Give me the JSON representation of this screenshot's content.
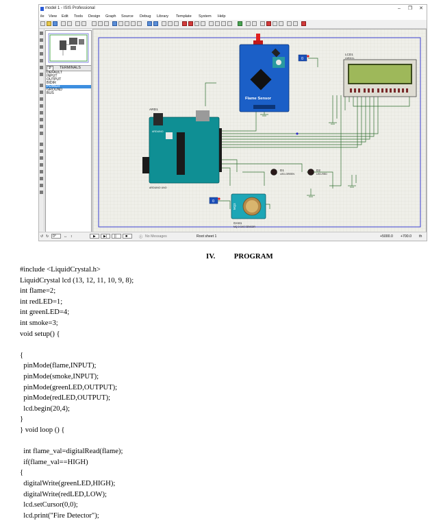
{
  "window": {
    "title": "model 1 - ISIS Professional",
    "controls": [
      "–",
      "❐",
      "✕"
    ]
  },
  "menu": [
    "ile",
    "View",
    "Edit",
    "Tools",
    "Design",
    "Graph",
    "Source",
    "Debug",
    "Library",
    "Template",
    "System",
    "Help"
  ],
  "device_panel": {
    "p_button": "P",
    "header": "TERMINALS",
    "items": [
      "DEFAULT",
      "INPUT",
      "OUTPUT",
      "BIDIR",
      "POWER",
      "GROUND",
      "BUS"
    ],
    "selected": "POWER"
  },
  "schematic": {
    "lcd_ref": "LCD1",
    "lcd_part": "LM041L",
    "arduino_ref": "ARD1",
    "arduino_brand": "ARDUINO",
    "arduino_model": "ARDUINO UNO",
    "flame_sensor_label": "Flame Sensor",
    "flame_terminal_value": "0",
    "gas_terminal_value": "0",
    "d1_ref": "D1",
    "d1_part": "LED-GREEN",
    "d2_ref": "D2",
    "d2_part": "LED-RED",
    "gas_ref": "GAS1",
    "gas_part": "MQ-3 GAS SENSOR",
    "gas_sensor_text": "MQ3"
  },
  "statusbar": {
    "rotation": "0°",
    "messages": "No Messages",
    "sheet": "Root sheet 1",
    "coord_x": "+5000.0",
    "coord_y": "+700.0",
    "unit": "th"
  },
  "document": {
    "heading_number": "IV.",
    "heading_title": "PROGRAM",
    "code_lines": [
      "#include <LiquidCrystal.h>",
      "LiquidCrystal lcd (13, 12, 11, 10, 9, 8);",
      "int flame=2;",
      "int redLED=1;",
      "int greenLED=4;",
      "int smoke=3;",
      "void setup() {",
      "",
      "{",
      "  pinMode(flame,INPUT);",
      "  pinMode(smoke,INPUT);",
      "  pinMode(greenLED,OUTPUT);",
      "  pinMode(redLED,OUTPUT);",
      "  lcd.begin(20,4);",
      "}",
      "} void loop () {",
      "",
      "  int flame_val=digitalRead(flame);",
      "  if(flame_val==HIGH)",
      "{",
      "  digitalWrite(greenLED,HIGH);",
      "  digitalWrite(redLED,LOW);",
      "  lcd.setCursor(0,0);",
      "  lcd.print(\"Fire Detector\");"
    ]
  },
  "colors": {
    "canvas_bg": "#efefe9",
    "grid": "#d8d8cc",
    "sheet_border": "#3a3fd0",
    "wire": "#2e6e2e",
    "arduino_board": "#0f8f94",
    "flame_board": "#1b5fc7",
    "gas_board": "#1da6b6",
    "lcd_screen": "#9eb85a",
    "selected_item": "#3d8fe0"
  }
}
